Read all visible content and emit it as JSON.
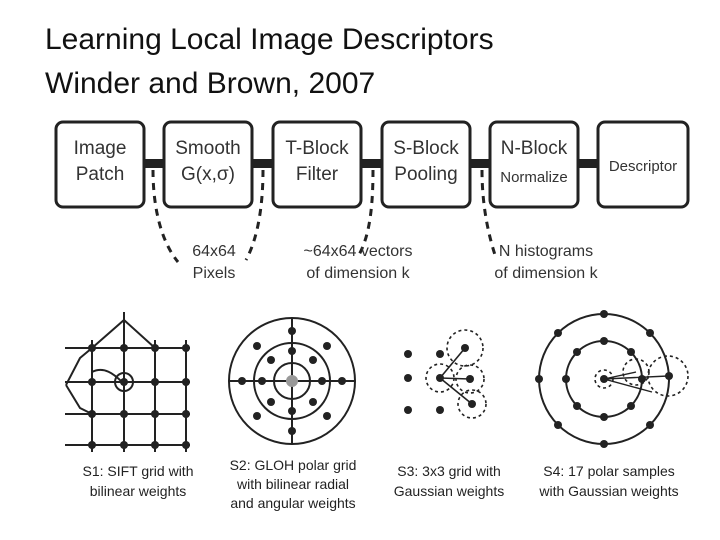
{
  "slide": {
    "title_line1": "Learning Local Image Descriptors",
    "title_line2": "Winder and Brown, 2007"
  },
  "pipeline": {
    "blocks": [
      {
        "line1": "Image",
        "line2": "Patch"
      },
      {
        "line1": "Smooth",
        "line2": "G(x,σ)"
      },
      {
        "line1": "T-Block",
        "line2": "Filter"
      },
      {
        "line1": "S-Block",
        "line2": "Pooling"
      },
      {
        "line1": "N-Block",
        "line2": "Normalize"
      },
      {
        "line1": "Descriptor",
        "line2": ""
      }
    ],
    "annotations": [
      {
        "line1": "64x64",
        "line2": "Pixels"
      },
      {
        "line1": "~64x64 vectors",
        "line2": "of dimension k"
      },
      {
        "line1": "N histograms",
        "line2": "of dimension k"
      }
    ]
  },
  "pooling": [
    {
      "line1": "S1: SIFT grid with",
      "line2": "bilinear weights",
      "line3": ""
    },
    {
      "line1": "S2: GLOH polar grid",
      "line2": "with bilinear radial",
      "line3": "and angular weights"
    },
    {
      "line1": "S3: 3x3 grid with",
      "line2": "Gaussian weights",
      "line3": ""
    },
    {
      "line1": "S4: 17 polar samples",
      "line2": "with Gaussian weights",
      "line3": ""
    }
  ]
}
